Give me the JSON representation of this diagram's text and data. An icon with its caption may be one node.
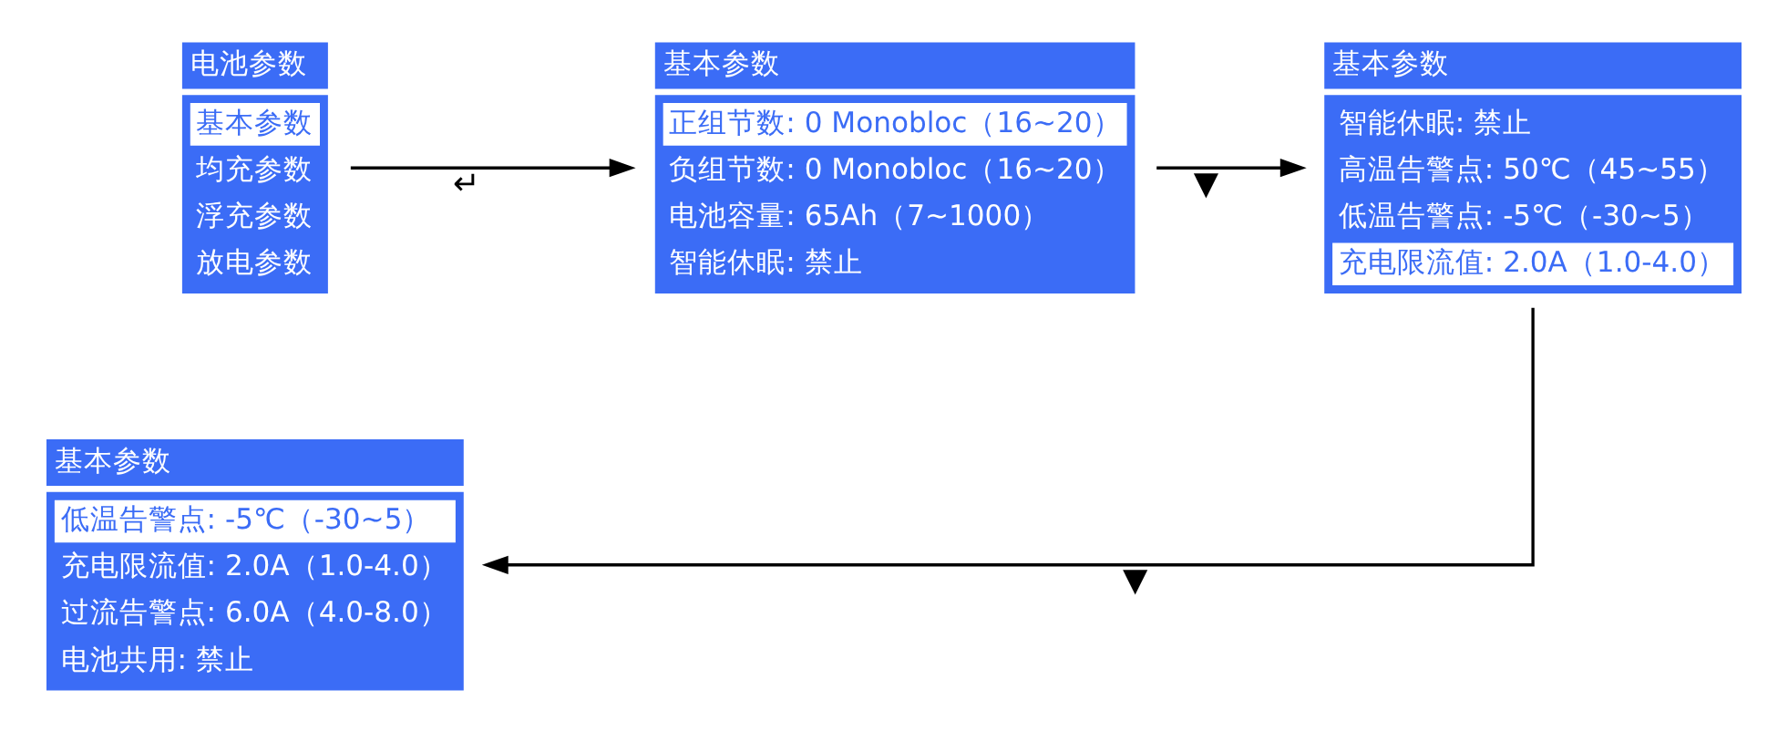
{
  "diagram": {
    "nodes": [
      {
        "text": [
          "电池参数",
          "基本参数",
          "均充参数",
          "浮充参数",
          "放电参数"
        ]
      },
      {
        "text": [
          "基本参数",
          "正组节数: 0 Monobloc（16~20）",
          "负组节数: 0 Monobloc（16~20）",
          "电池容量: 65Ah（7~1000）",
          "智能休眠: 禁止"
        ]
      },
      {
        "text": [
          "基本参数",
          "智能休眠: 禁止",
          "高温告警点: 50℃（45~55）",
          "低温告警点: -5℃（-30~5）",
          "充电限流值: 2.0A（1.0-4.0）"
        ]
      },
      {
        "text": [
          "基本参数",
          "低温告警点: -5℃（-30~5）",
          "充电限流值: 2.0A（1.0-4.0）",
          "过流告警点: 6.0A（4.0-8.0）",
          "电池共用: 禁止"
        ]
      }
    ],
    "edges": [
      {
        "from": 0,
        "to": 1,
        "arrow": "to",
        "label": "↵"
      },
      {
        "from": 1,
        "to": 2,
        "arrow": "to",
        "label": "▼"
      },
      {
        "from": 2,
        "to": 3,
        "arrow": "to",
        "label": "▼"
      }
    ]
  }
}
